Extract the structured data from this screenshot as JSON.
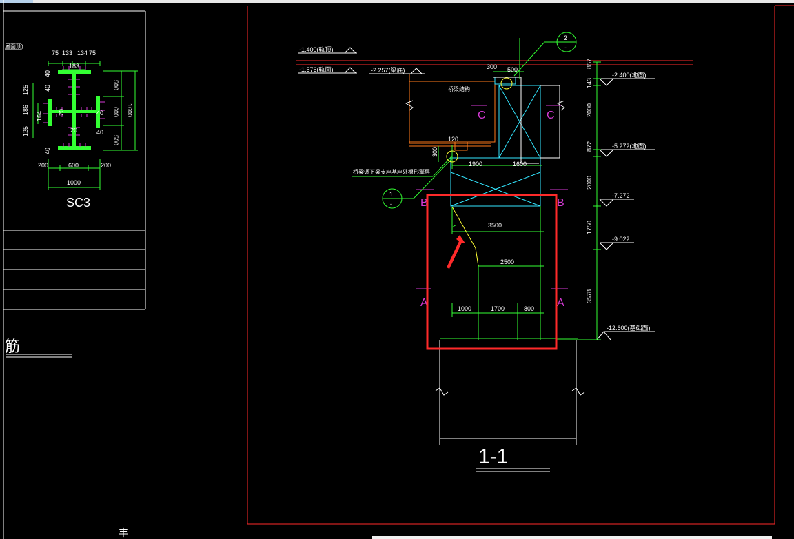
{
  "colors": {
    "background": "#000000",
    "frame": "#ff2a2a",
    "dim": "#33ff33",
    "structure_cyan": "#33e6ff",
    "beam_orange": "#ff7a1a",
    "section_magenta": "#d63ad6",
    "highlight": "#ff2a2a",
    "text": "#ffffff",
    "yellow": "#ffff33"
  },
  "sc3": {
    "caption": "SC3",
    "title_fragment": "屋面顶)",
    "top_dims": [
      "75",
      "133",
      "134",
      "75"
    ],
    "top_sub": "183",
    "bottom_dims": [
      "200",
      "600",
      "200"
    ],
    "bottom_total": "1000",
    "right_dims": [
      "500",
      "600",
      "500"
    ],
    "right_total": "1600",
    "left_dims": [
      "125",
      "186",
      "125"
    ],
    "left_sub": "164",
    "small_dims": [
      "40",
      "40",
      "20",
      "40",
      "40",
      "20",
      "40"
    ]
  },
  "left_panel": {
    "bottom_char": "筋",
    "cursor_glyph": "丰"
  },
  "section": {
    "title": "1-1",
    "levels": [
      {
        "label": "-1.400(轨顶)"
      },
      {
        "label": "-1.576(轨面)"
      },
      {
        "label": "-2.257(梁底)"
      },
      {
        "label": "-2.400(地面)"
      },
      {
        "label": "-5.272(地面)"
      },
      {
        "label": "-7.272"
      },
      {
        "label": "-9.022"
      },
      {
        "label": "-12.600(基础面)"
      }
    ],
    "right_dims": [
      "857",
      "143",
      "2000",
      "872",
      "2000",
      "1750",
      "3578"
    ],
    "widths": [
      "3500",
      "2500",
      "1900",
      "1600",
      "300",
      "500",
      "120",
      "300"
    ],
    "bottom_dims": [
      "1000",
      "1700",
      "800"
    ],
    "labels": {
      "bridge": "桥梁结构",
      "note": "桥梁调下梁支座基座外根形擎层",
      "callout_1": "1",
      "callout_2": "2",
      "callout_sub": "-",
      "sec_a": "A",
      "sec_b": "B",
      "sec_c": "C"
    }
  }
}
